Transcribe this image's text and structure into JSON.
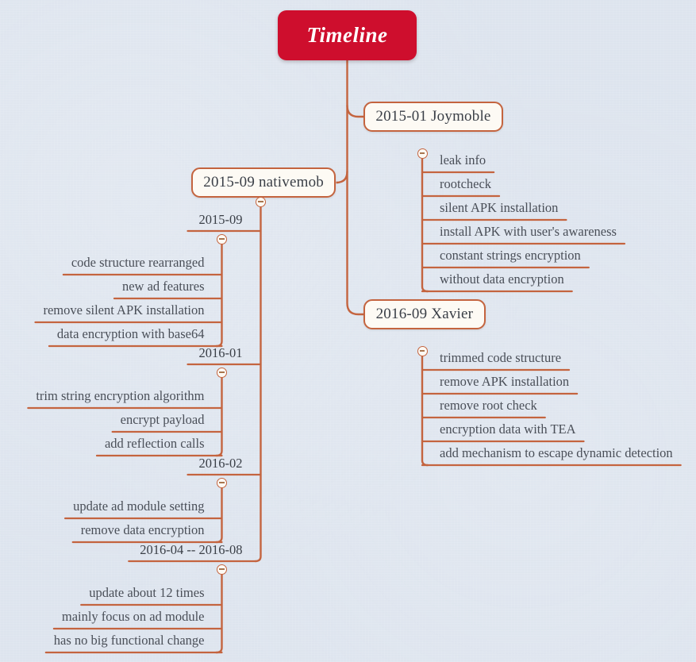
{
  "colors": {
    "background": "#dde4ee",
    "connector": "#c4643f",
    "root_fill": "#ce0e2d",
    "root_text": "#ffffff",
    "node_fill": "#fdfaf4",
    "node_border": "#c4643f",
    "leaf_text": "#4a4f58"
  },
  "root": {
    "label": "Timeline"
  },
  "branches": {
    "joymoble": {
      "label": "2015-01 Joymoble",
      "items": [
        "leak info",
        "rootcheck",
        "silent APK installation",
        "install APK with user's awareness",
        "constant strings encryption",
        "without data encryption"
      ]
    },
    "xavier": {
      "label": "2016-09 Xavier",
      "items": [
        "trimmed code structure",
        "remove APK installation",
        "remove root check",
        "encryption data with TEA",
        "add mechanism to escape dynamic detection"
      ]
    },
    "nativemob": {
      "label": "2015-09 nativemob",
      "groups": [
        {
          "date": "2015-09",
          "items": [
            "code structure rearranged",
            "new ad features",
            "remove silent APK installation",
            "data encryption with base64"
          ]
        },
        {
          "date": "2016-01",
          "items": [
            "trim string encryption algorithm",
            "encrypt payload",
            "add reflection calls"
          ]
        },
        {
          "date": "2016-02",
          "items": [
            "update ad module setting",
            "remove data encryption"
          ]
        },
        {
          "date": "2016-04 -- 2016-08",
          "items": [
            "update about 12 times",
            "mainly focus on ad module",
            "has no big functional change"
          ]
        }
      ]
    }
  },
  "toggles": {
    "icon": "collapse-minus-icon",
    "count": 7
  }
}
